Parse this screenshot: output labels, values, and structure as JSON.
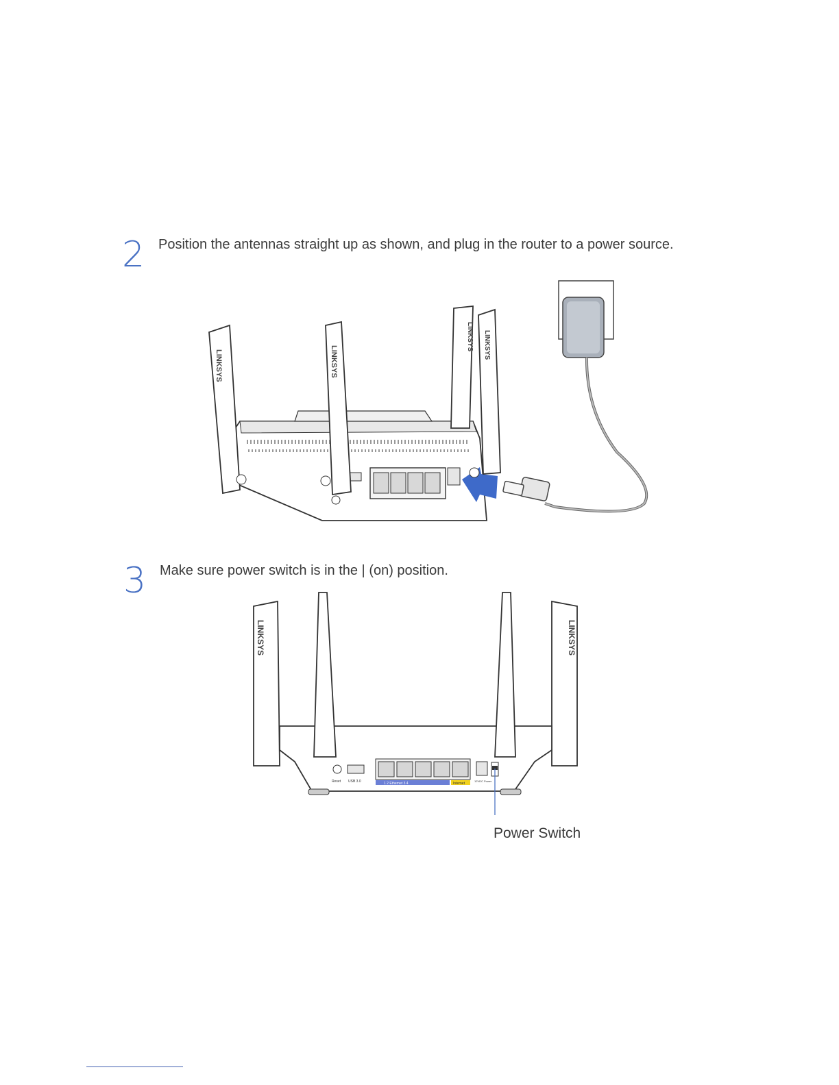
{
  "steps": [
    {
      "number": "2",
      "text": "Position the antennas straight up as shown, and plug in the router to a power source."
    },
    {
      "number": "3",
      "text": "Make sure power switch is in the | (on) position."
    }
  ],
  "illustration_one": {
    "brand_text": "LINKSYS"
  },
  "illustration_two": {
    "brand_text": "LINKSYS",
    "port_labels": {
      "reset": "Reset",
      "usb": "USB 3.0",
      "ethernet": "1     2  Ethernet  3     4",
      "internet": "Internet",
      "power": "12VDC Power"
    },
    "callout": "Power Switch"
  },
  "colors": {
    "accent": "#4a72c4",
    "arrow": "#3e6ac9",
    "ethernet_band": "#6b7fd6",
    "internet_band": "#f2d21e"
  }
}
